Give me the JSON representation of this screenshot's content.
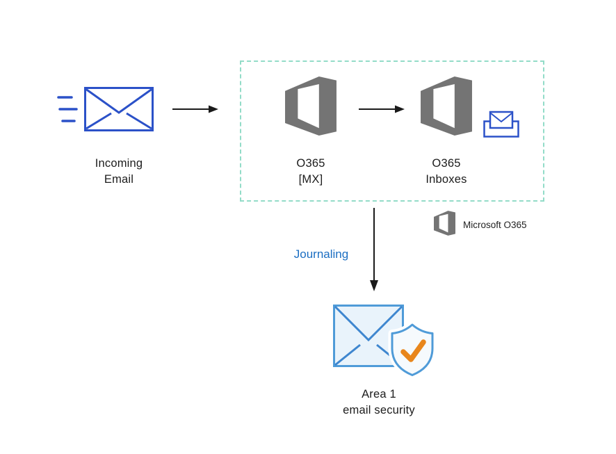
{
  "nodes": {
    "incoming_email": {
      "label": [
        "Incoming",
        "Email"
      ]
    },
    "o365_mx": {
      "label": [
        "O365",
        "[MX]"
      ]
    },
    "o365_inboxes": {
      "label": [
        "O365",
        "Inboxes"
      ]
    },
    "area1": {
      "label": [
        "Area 1",
        "email security"
      ]
    }
  },
  "legend": {
    "label": "Microsoft O365"
  },
  "flows": {
    "journaling_label": "Journaling"
  },
  "icons": {
    "incoming_email": "envelope-with-speed-lines",
    "o365": "office-365-logo",
    "inbox": "envelope-in-tray",
    "area1": "envelope-with-shield-check"
  },
  "colors": {
    "envelope_blue": "#2b51c8",
    "o365_gray": "#747474",
    "container_dash_teal": "#93dcc8",
    "journaling_blue": "#1b6ec2",
    "security_blue": "#4f9bd8",
    "security_fill": "#e9f3fb",
    "check_orange": "#e8861c",
    "arrow_black": "#1a1a1a",
    "text_dark": "#1c1c1c",
    "background": "#ffffff"
  }
}
